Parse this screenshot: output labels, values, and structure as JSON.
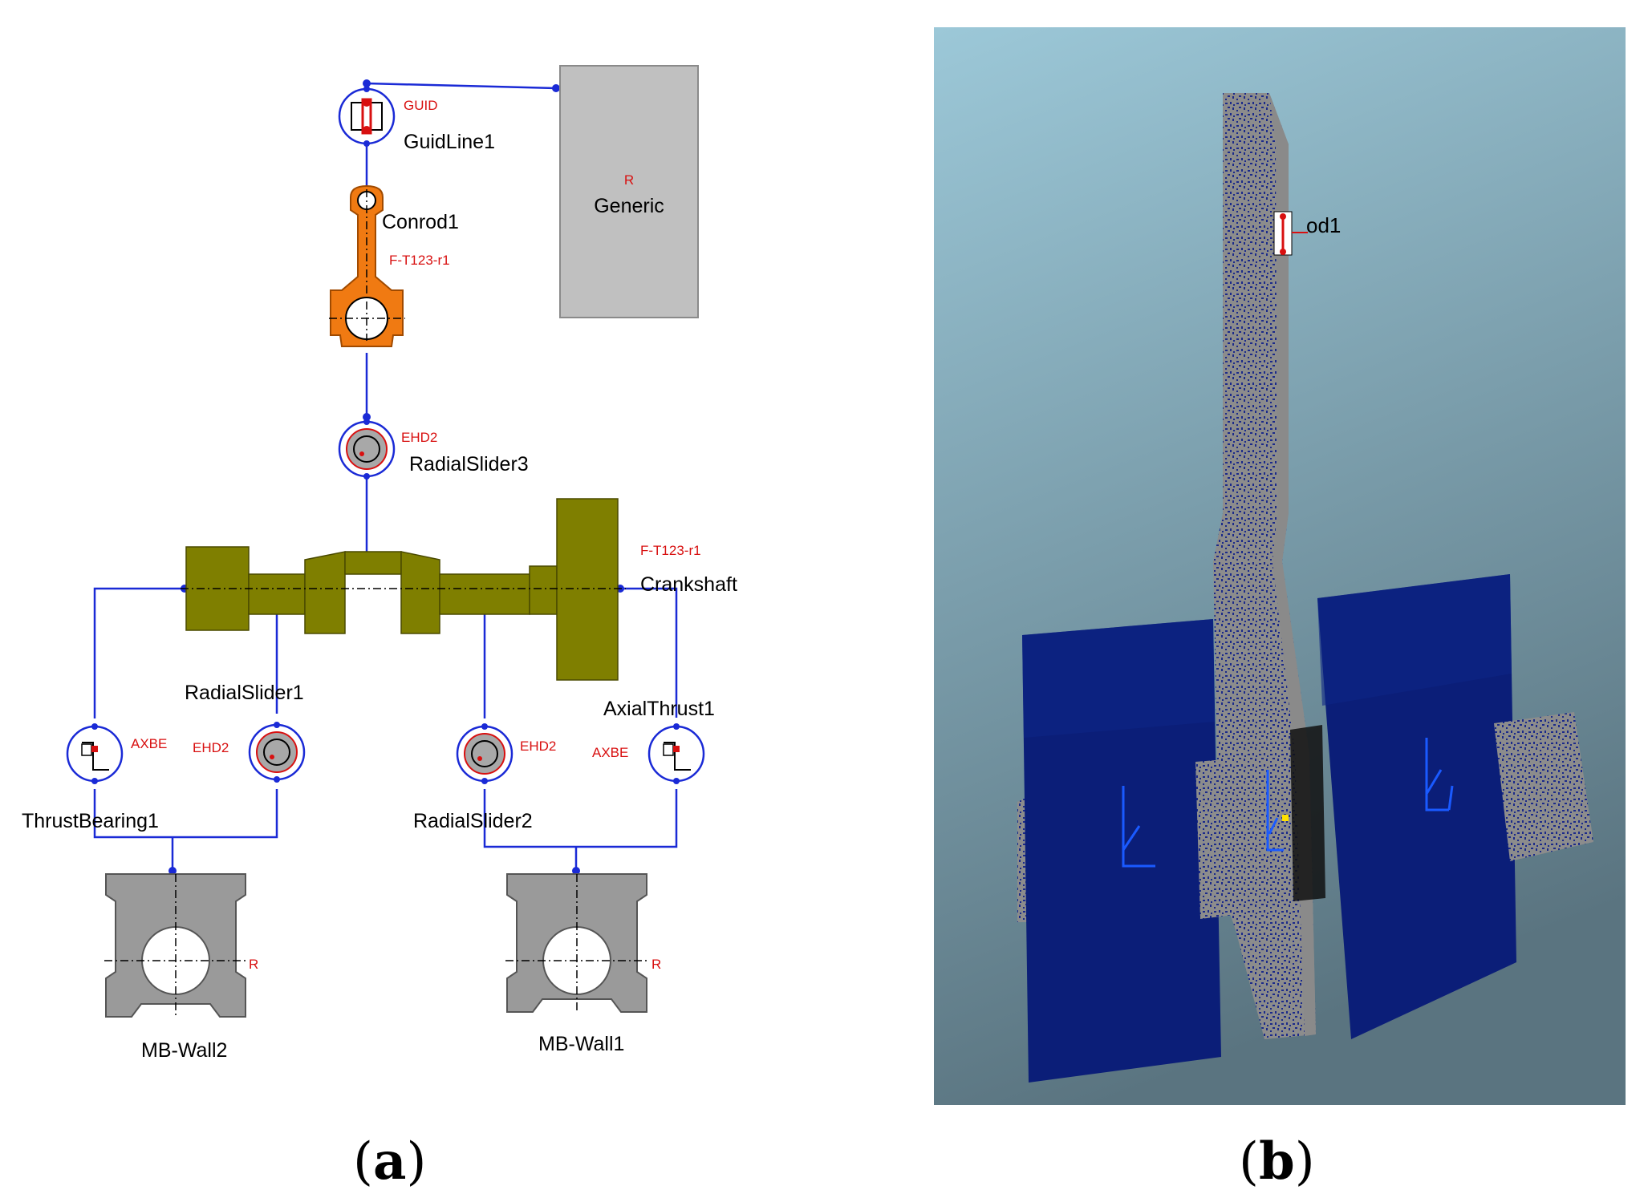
{
  "panel_a": {
    "caption_letter": "a",
    "components": {
      "guidline": {
        "name": "GuidLine1",
        "tag": "GUID"
      },
      "generic": {
        "name": "Generic",
        "tag": "R"
      },
      "conrod": {
        "name": "Conrod1",
        "tag": "F-T123-r1"
      },
      "radialslider3": {
        "name": "RadialSlider3",
        "tag": "EHD2"
      },
      "crankshaft": {
        "name": "Crankshaft",
        "tag": "F-T123-r1"
      },
      "radialslider1": {
        "name": "RadialSlider1",
        "tag": "EHD2"
      },
      "thrustbearing1": {
        "name": "ThrustBearing1",
        "tag": "AXBE"
      },
      "radialslider2": {
        "name": "RadialSlider2",
        "tag": "EHD2"
      },
      "axialthrust1": {
        "name": "AxialThrust1",
        "tag": "AXBE"
      },
      "mbwall2": {
        "name": "MB-Wall2",
        "tag": "R"
      },
      "mbwall1": {
        "name": "MB-Wall1",
        "tag": "R"
      }
    },
    "colors": {
      "wire": "#1a2ad6",
      "conrod": "#f07a12",
      "crankshaft": "#7f7f00",
      "generic_block": "#c0c0c0",
      "mb_wall": "#9a9a9a",
      "tag_text": "#d81010"
    }
  },
  "panel_b": {
    "caption_letter": "b",
    "overlay_label": "od1",
    "colors": {
      "background_top": "#9cc8d8",
      "background_bottom": "#5a7480",
      "bearing_block": "#0b1e78",
      "shaft": "#8a8a8a",
      "marker": "#d81010"
    }
  }
}
